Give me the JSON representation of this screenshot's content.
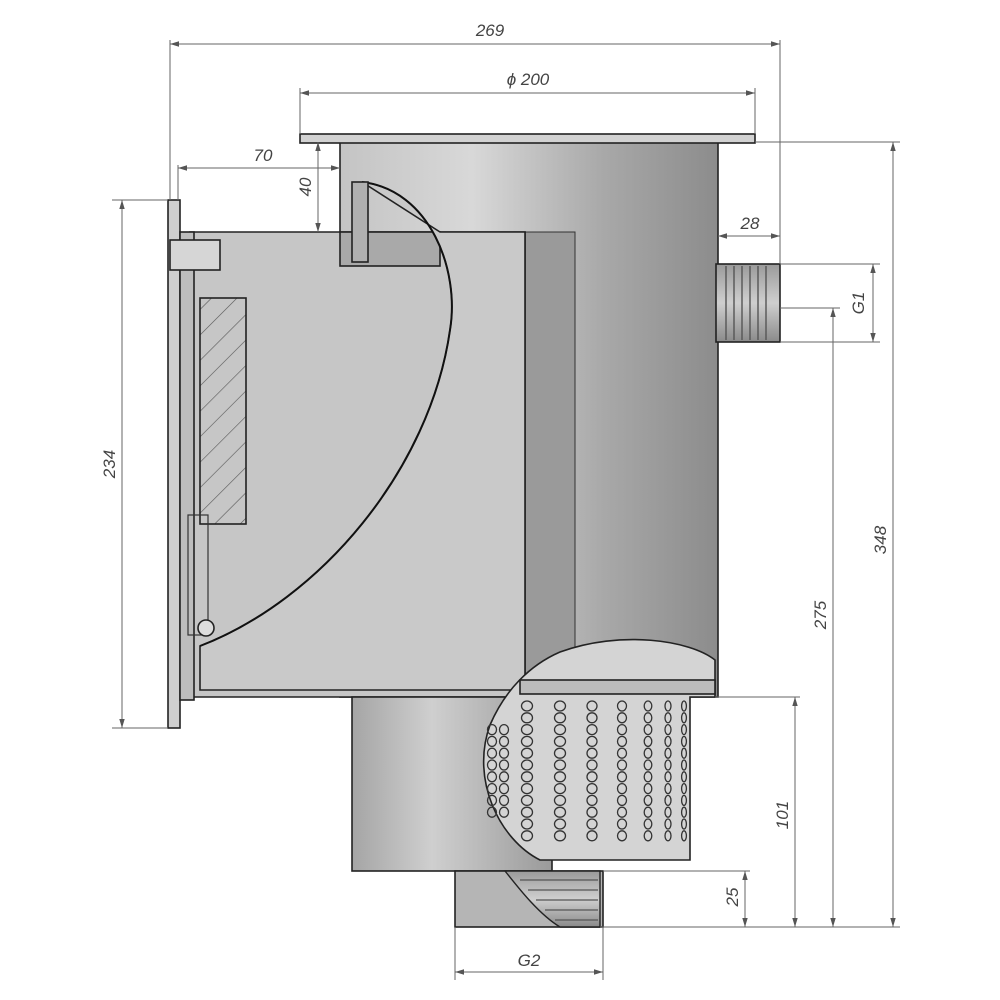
{
  "drawing": {
    "colors": {
      "body_light": "#c8c8c8",
      "body_mid": "#a9a9a9",
      "body_dark": "#8a8a8a",
      "outline": "#222222",
      "dimension": "#666666",
      "hatch": "#555555"
    },
    "dimensions": {
      "overall_width": "269",
      "flange_diameter": "ϕ 200",
      "front_depth": "70",
      "lip_height": "40",
      "side_offset": "28",
      "side_outlet_thread": "G1",
      "front_height": "234",
      "overall_height": "348",
      "outlet_height": "275",
      "basket_height": "101",
      "bottom_stub": "25",
      "bottom_outlet_thread": "G2"
    }
  }
}
